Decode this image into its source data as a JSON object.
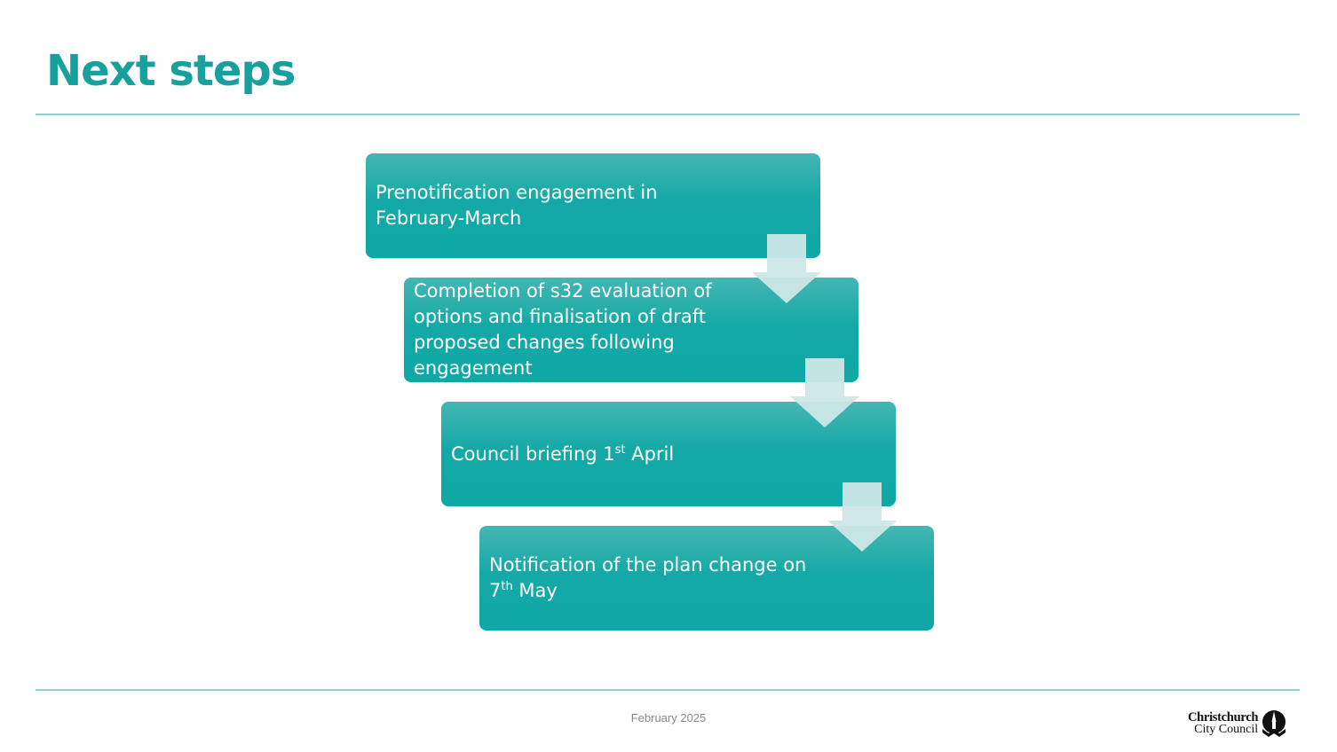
{
  "slide": {
    "title": "Next steps",
    "footer_date": "February 2025"
  },
  "steps": [
    {
      "text": "Prenotification engagement in February-March"
    },
    {
      "text": "Completion of s32 evaluation of options and finalisation of draft proposed changes following engagement"
    },
    {
      "pre": "Council briefing 1",
      "sup": "st",
      "post": " April"
    },
    {
      "pre": "Notification of the plan change on 7",
      "sup": "th",
      "post": " May"
    }
  ],
  "logo": {
    "line1": "Christchurch",
    "line2": "City Council",
    "icon": "cathedral-icon"
  },
  "colors": {
    "accent": "#17a09d",
    "step_fill": "#0ea8a5",
    "rule": "#8fd3d0",
    "arrow": "#cde7e7"
  }
}
